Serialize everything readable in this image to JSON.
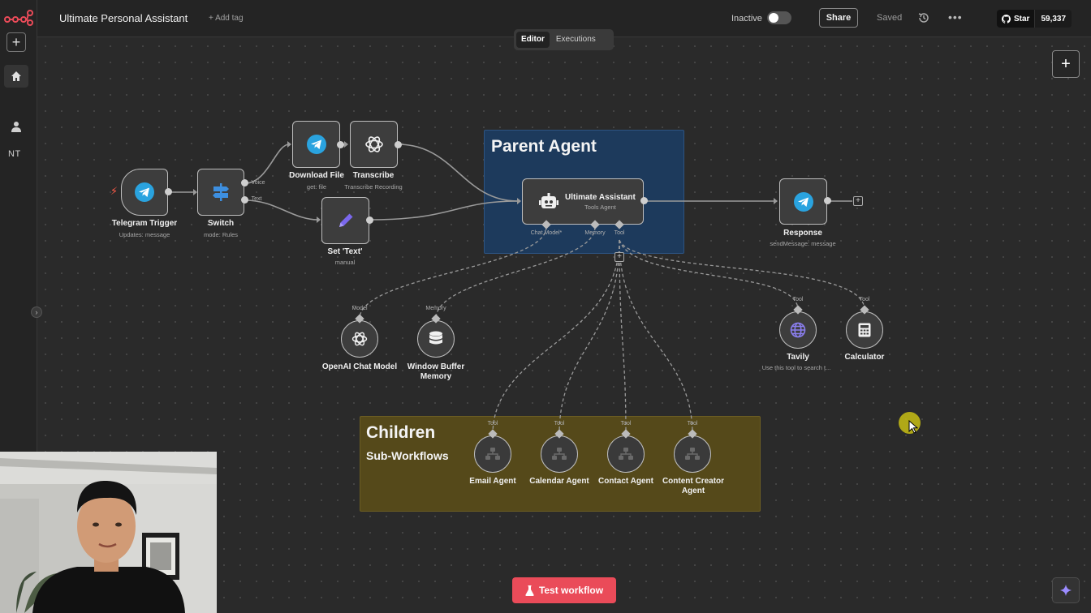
{
  "app": {
    "workflow_title": "Ultimate Personal Assistant",
    "add_tag": "+ Add tag",
    "status_label": "Inactive",
    "share": "Share",
    "saved": "Saved",
    "github": {
      "star": "Star",
      "count": "59,337"
    },
    "user_initials": "NT",
    "tabs": [
      {
        "label": "Editor",
        "active": true
      },
      {
        "label": "Executions",
        "active": false
      }
    ],
    "test_button": "Test workflow"
  },
  "colors": {
    "accent_red": "#ea4b59",
    "parent_sticky": "#1d3a5c",
    "children_sticky": "#55491a",
    "telegram_blue": "#2aa3df",
    "set_purple": "#7b68ee"
  },
  "stickies": {
    "parent": {
      "title": "Parent Agent"
    },
    "children": {
      "title": "Children",
      "subtitle": "Sub-Workflows"
    }
  },
  "nodes": {
    "telegram_trigger": {
      "label": "Telegram Trigger",
      "sub": "Updates: message",
      "icon": "telegram-icon"
    },
    "switch": {
      "label": "Switch",
      "sub": "mode: Rules",
      "icon": "switch-icon",
      "outputs": [
        "Voice",
        "Text"
      ]
    },
    "download_file": {
      "label": "Download File",
      "sub": "get: file",
      "icon": "telegram-icon"
    },
    "transcribe": {
      "label": "Transcribe",
      "sub": "Transcribe Recording",
      "icon": "openai-icon"
    },
    "set_text": {
      "label": "Set 'Text'",
      "sub": "manual",
      "icon": "pencil-icon"
    },
    "ultimate_assistant": {
      "label": "Ultimate Assistant",
      "sub": "Tools Agent",
      "icon": "robot-icon",
      "ports": [
        "Chat Model*",
        "Memory",
        "Tool"
      ]
    },
    "response": {
      "label": "Response",
      "sub": "sendMessage: message",
      "icon": "telegram-icon"
    },
    "openai_chat": {
      "label": "OpenAI Chat Model",
      "port": "Model",
      "icon": "openai-icon"
    },
    "window_memory": {
      "label": "Window Buffer Memory",
      "label_line1": "Window Buffer",
      "label_line2": "Memory",
      "port": "Memory",
      "icon": "database-icon"
    },
    "tavily": {
      "label": "Tavily",
      "sub": "Use this tool to search t...",
      "port": "Tool",
      "icon": "globe-icon"
    },
    "calculator": {
      "label": "Calculator",
      "port": "Tool",
      "icon": "calculator-icon"
    },
    "email_agent": {
      "label": "Email Agent",
      "port": "Tool",
      "icon": "workflow-icon"
    },
    "calendar_agent": {
      "label": "Calendar Agent",
      "port": "Tool",
      "icon": "workflow-icon"
    },
    "contact_agent": {
      "label": "Contact Agent",
      "port": "Tool",
      "icon": "workflow-icon"
    },
    "content_agent": {
      "label": "Content Creator Agent",
      "label_line1": "Content Creator",
      "label_line2": "Agent",
      "port": "Tool",
      "icon": "workflow-icon"
    }
  }
}
